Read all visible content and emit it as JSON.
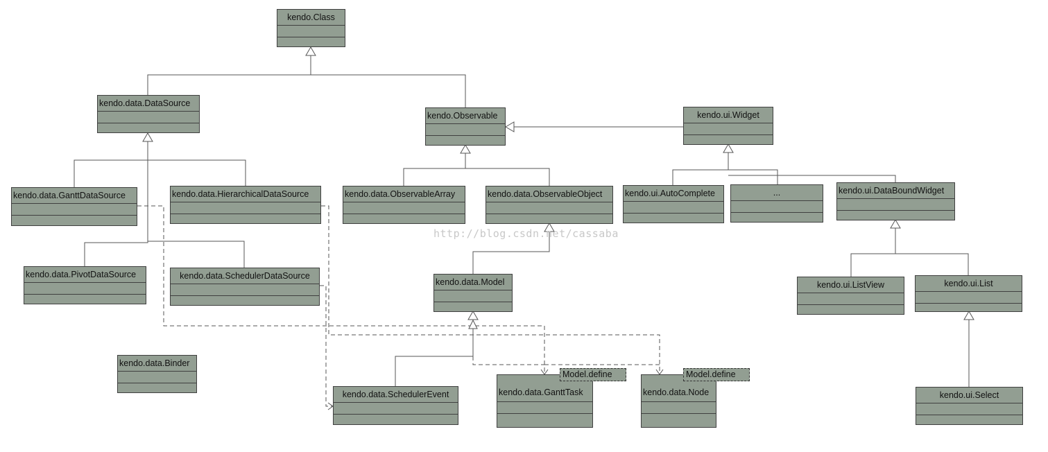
{
  "classes": {
    "kendo_class": "kendo.Class",
    "data_source": "kendo.data.DataSource",
    "observable": "kendo.Observable",
    "ui_widget": "kendo.ui.Widget",
    "gantt_data_source": "kendo.data.GanttDataSource",
    "hierarchical_data_source": "kendo.data.HierarchicalDataSource",
    "observable_array": "kendo.data.ObservableArray",
    "observable_object": "kendo.data.ObservableObject",
    "auto_complete": "kendo.ui.AutoComplete",
    "ellipsis": "...",
    "data_bound_widget": "kendo.ui.DataBoundWidget",
    "pivot_data_source": "kendo.data.PivotDataSource",
    "scheduler_data_source": "kendo.data.SchedulerDataSource",
    "data_model": "kendo.data.Model",
    "list_view": "kendo.ui.ListView",
    "ui_list": "kendo.ui.List",
    "data_binder": "kendo.data.Binder",
    "scheduler_event": "kendo.data.SchedulerEvent",
    "gantt_task": "kendo.data.GanttTask",
    "data_node": "kendo.data.Node",
    "ui_select": "kendo.ui.Select"
  },
  "tags": {
    "gantt_task_define": "Model.define",
    "node_define": "Model.define"
  },
  "watermark": "http://blog.csdn.net/cassaba",
  "colors": {
    "box_fill": "#929e92",
    "line": "#555555"
  }
}
